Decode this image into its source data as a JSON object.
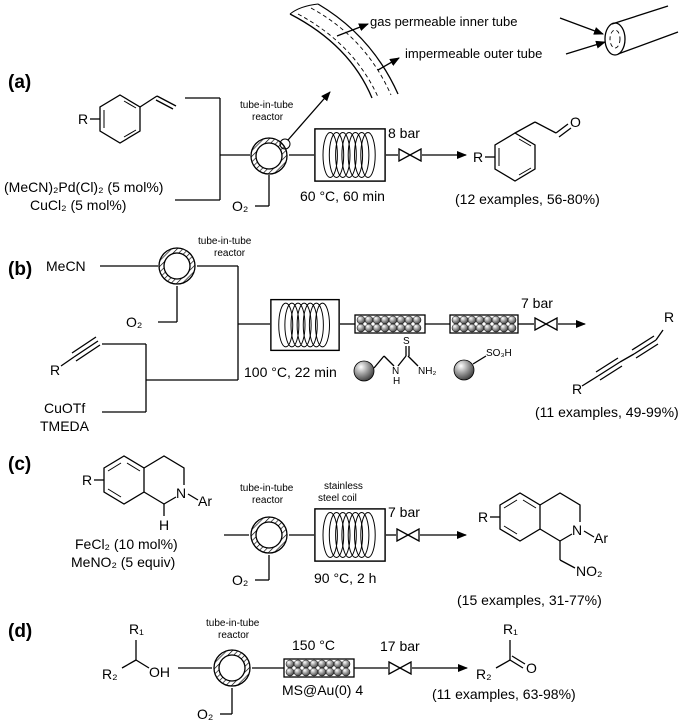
{
  "panels": [
    "(a)",
    "(b)",
    "(c)",
    "(d)"
  ],
  "a": {
    "inset_inner": "gas permeable inner tube",
    "inset_outer": "impermeable outer tube",
    "reactor_line1": "tube-in-tube",
    "reactor_line2": "reactor",
    "pressure": "8 bar",
    "conditions": "60 °C, 60 min",
    "reagent_1": "(MeCN)₂Pd(Cl)₂ (5 mol%)",
    "reagent_2": "CuCl₂ (5 mol%)",
    "gas": "O₂",
    "R": "R",
    "product_O": "O",
    "examples": "(12 examples, 56-80%)"
  },
  "b": {
    "solvent": "MeCN",
    "reactor_line1": "tube-in-tube",
    "reactor_line2": "reactor",
    "gas": "O₂",
    "R": "R",
    "reagent_1": "CuOTf",
    "reagent_2": "TMEDA",
    "conditions": "100 °C, 22 min",
    "pressure": "7 bar",
    "thiourea_S": "S",
    "thiourea_N": "N",
    "thiourea_H": "H",
    "thiourea_NH2": "NH₂",
    "sulfonic": "SO₃H",
    "examples": "(11 examples, 49-99%)"
  },
  "c": {
    "R": "R",
    "N": "N",
    "Ar": "Ar",
    "H": "H",
    "reagent_1": "FeCl₂ (10 mol%)",
    "reagent_2": "MeNO₂ (5 equiv)",
    "reactor_line1": "tube-in-tube",
    "reactor_line2": "reactor",
    "coil_line1": "stainless",
    "coil_line2": "steel coil",
    "pressure": "7 bar",
    "conditions": "90 °C, 2 h",
    "gas": "O₂",
    "nitro": "NO₂",
    "examples": "(15 examples, 31-77%)"
  },
  "d": {
    "R1": "R₁",
    "R2": "R₂",
    "OH": "OH",
    "reactor_line1": "tube-in-tube",
    "reactor_line2": "reactor",
    "temperature": "150 °C",
    "catalyst": "MS@Au(0) 4",
    "pressure": "17 bar",
    "gas": "O₂",
    "product_O": "O",
    "examples": "(11 examples, 63-98%)"
  }
}
